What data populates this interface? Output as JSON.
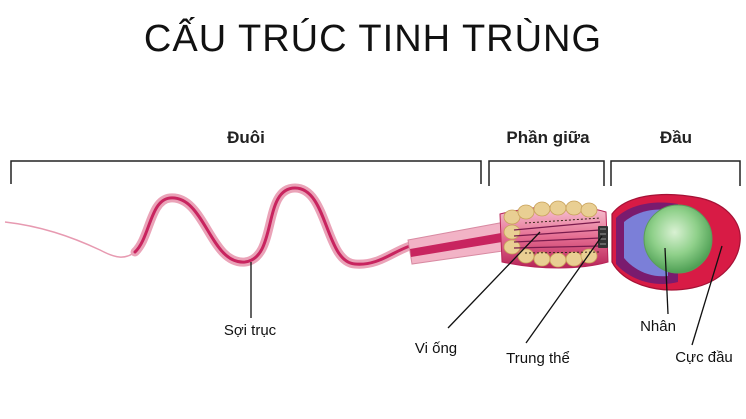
{
  "title": "CẤU TRÚC TINH TRÙNG",
  "sections": {
    "tail": "Đuôi",
    "midpiece": "Phần giữa",
    "head": "Đầu"
  },
  "callouts": {
    "axial_filament": "Sợi trục",
    "microtubule": "Vi ống",
    "centriole": "Trung thể",
    "nucleus": "Nhân",
    "acrosome": "Cực đầu"
  },
  "colors": {
    "tail_outer": "#e79ab1",
    "tail_inner": "#c8245f",
    "midpiece_mito": "#e6c98a",
    "head_outer": "#d81b45",
    "head_inner": "#7a1b6e",
    "head_blue": "#7b7fd8",
    "nucleus": "#7dc47a"
  }
}
